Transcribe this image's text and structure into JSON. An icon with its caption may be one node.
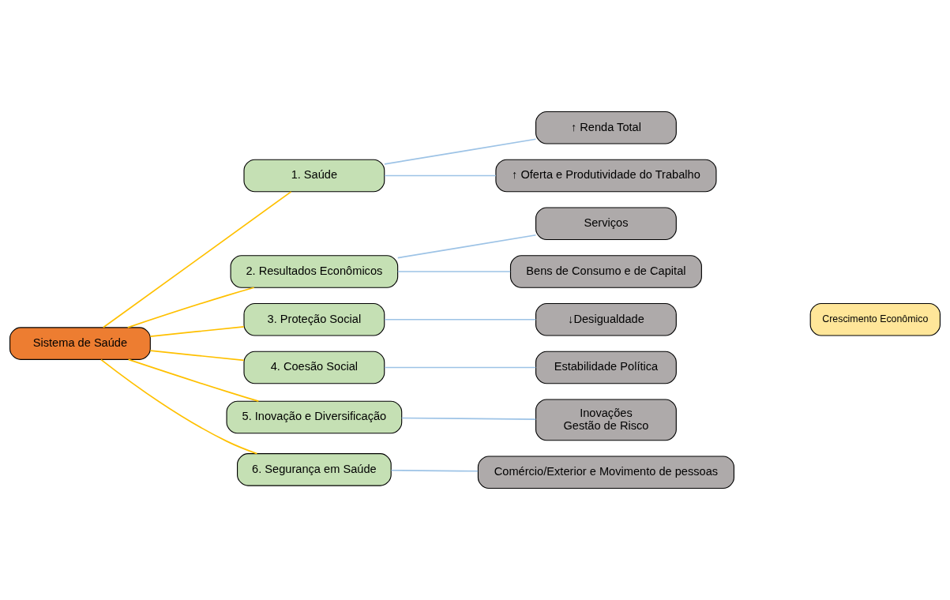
{
  "diagram": {
    "nodes": [
      {
        "text": [
          "Sistema de Saúde"
        ]
      },
      {
        "text": [
          "1. Saúde"
        ]
      },
      {
        "text": [
          "↑ Renda Total"
        ]
      },
      {
        "text": [
          "↑ Oferta e Produtividade do Trabalho"
        ]
      },
      {
        "text": [
          "2. Resultados Econômicos"
        ]
      },
      {
        "text": [
          "Serviços"
        ]
      },
      {
        "text": [
          "Bens de Consumo e de Capital"
        ]
      },
      {
        "text": [
          "3. Proteção Social"
        ]
      },
      {
        "text": [
          "↓Desigualdade"
        ]
      },
      {
        "text": [
          "4. Coesão Social"
        ]
      },
      {
        "text": [
          "Estabilidade Política"
        ]
      },
      {
        "text": [
          "5. Inovação e Diversificação"
        ]
      },
      {
        "text": [
          "Inovações",
          "Gestão de Risco"
        ]
      },
      {
        "text": [
          "6. Segurança em Saúde"
        ]
      },
      {
        "text": [
          "Comércio/Exterior e Movimento de pessoas"
        ]
      },
      {
        "text": [
          "Crescimento Econômico"
        ]
      }
    ],
    "edges": [
      {
        "from": 0,
        "to": 1,
        "arrow": "none",
        "color": "#ffc000"
      },
      {
        "from": 0,
        "to": 4,
        "arrow": "none",
        "color": "#ffc000"
      },
      {
        "from": 0,
        "to": 7,
        "arrow": "none",
        "color": "#ffc000"
      },
      {
        "from": 0,
        "to": 9,
        "arrow": "none",
        "color": "#ffc000"
      },
      {
        "from": 0,
        "to": 11,
        "arrow": "none",
        "color": "#ffc000"
      },
      {
        "from": 0,
        "to": 13,
        "arrow": "none",
        "color": "#ffc000"
      },
      {
        "from": 1,
        "to": 2,
        "arrow": "none"
      },
      {
        "from": 1,
        "to": 3,
        "arrow": "none"
      },
      {
        "from": 4,
        "to": 5,
        "arrow": "none"
      },
      {
        "from": 4,
        "to": 6,
        "arrow": "none"
      },
      {
        "from": 7,
        "to": 8,
        "arrow": "none"
      },
      {
        "from": 9,
        "to": 10,
        "arrow": "none"
      },
      {
        "from": 11,
        "to": 12,
        "arrow": "none"
      },
      {
        "from": 13,
        "to": 14,
        "arrow": "none"
      }
    ]
  }
}
